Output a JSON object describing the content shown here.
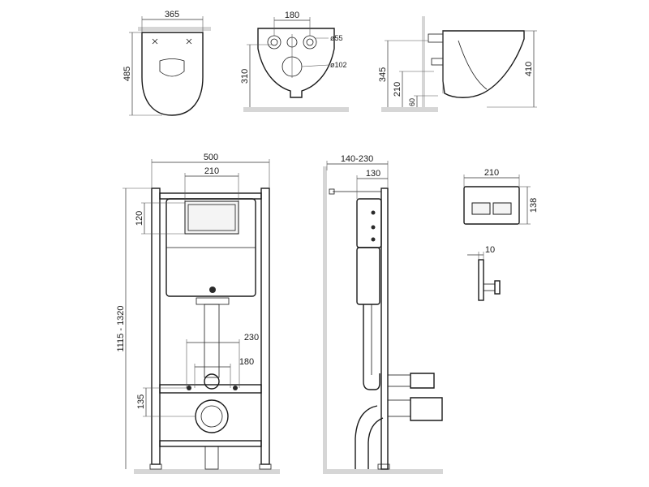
{
  "dims": {
    "bowl_top_width": "365",
    "bowl_top_depth": "485",
    "bowl_back_spacing": "180",
    "bowl_back_height": "310",
    "bowl_hole_small": "ø55",
    "bowl_hole_large": "ø102",
    "bowl_side_345": "345",
    "bowl_side_210": "210",
    "bowl_side_60": "60",
    "bowl_side_410": "410",
    "frame_width": "500",
    "frame_top_210": "210",
    "frame_120": "120",
    "frame_height": "1115 - 1320",
    "frame_230": "230",
    "frame_180": "180",
    "frame_135": "135",
    "side_depth": "140-230",
    "side_130": "130",
    "plate_width": "210",
    "plate_height": "138",
    "plate_thickness": "10"
  }
}
